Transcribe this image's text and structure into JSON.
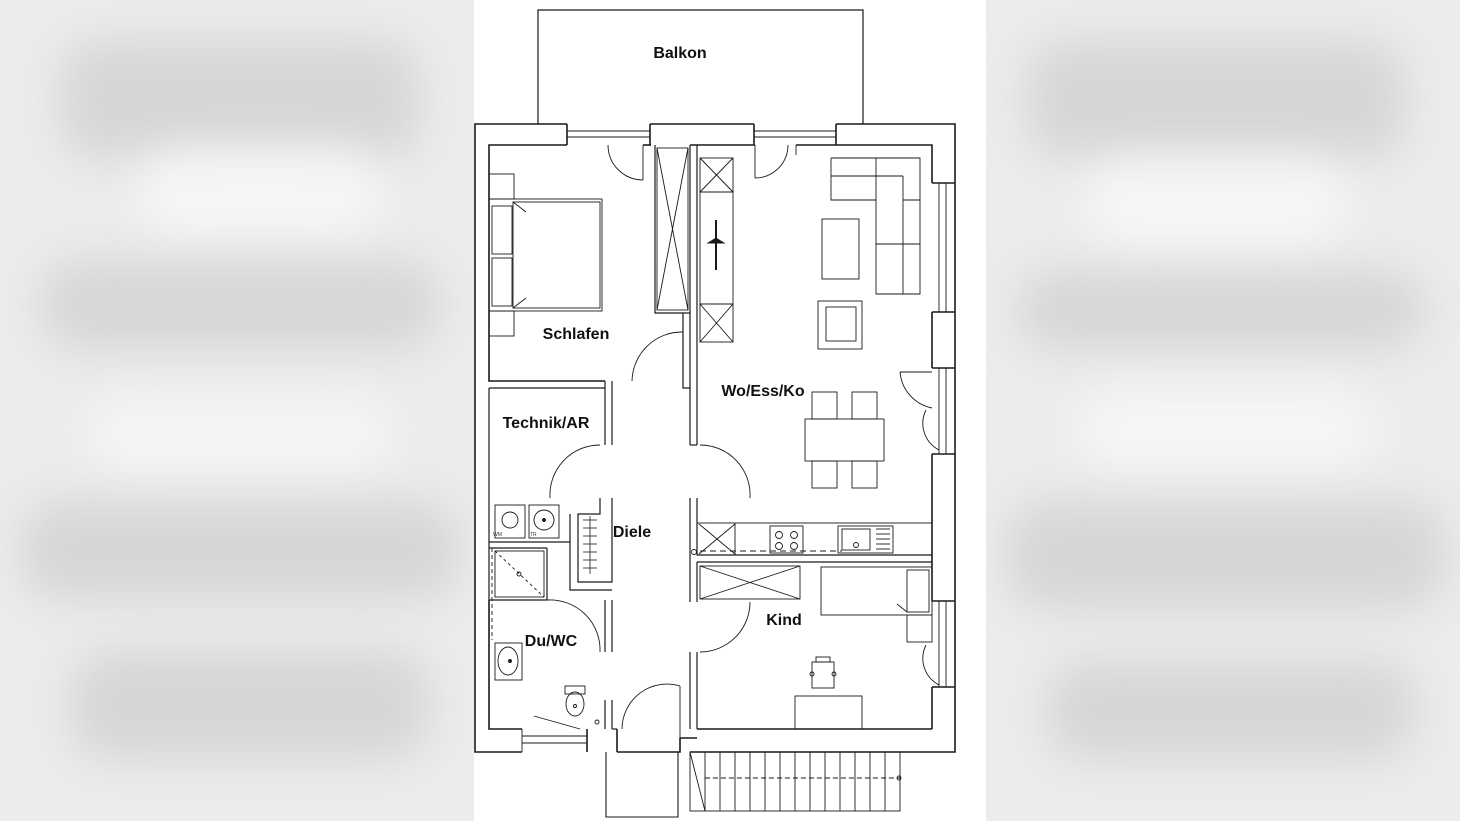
{
  "plan": {
    "rooms": [
      {
        "id": "balkon",
        "label": "Balkon"
      },
      {
        "id": "schlafen",
        "label": "Schlafen"
      },
      {
        "id": "technik",
        "label": "Technik/AR"
      },
      {
        "id": "diele",
        "label": "Diele"
      },
      {
        "id": "duwc",
        "label": "Du/WC"
      },
      {
        "id": "wohnen",
        "label": "Wo/Ess/Ko"
      },
      {
        "id": "kind",
        "label": "Kind"
      }
    ],
    "appliance_labels": {
      "wm": "WM",
      "tr": "TR"
    }
  },
  "colors": {
    "line": "#1a1a1a",
    "paper": "#ffffff",
    "background": "#e9e9e9"
  }
}
